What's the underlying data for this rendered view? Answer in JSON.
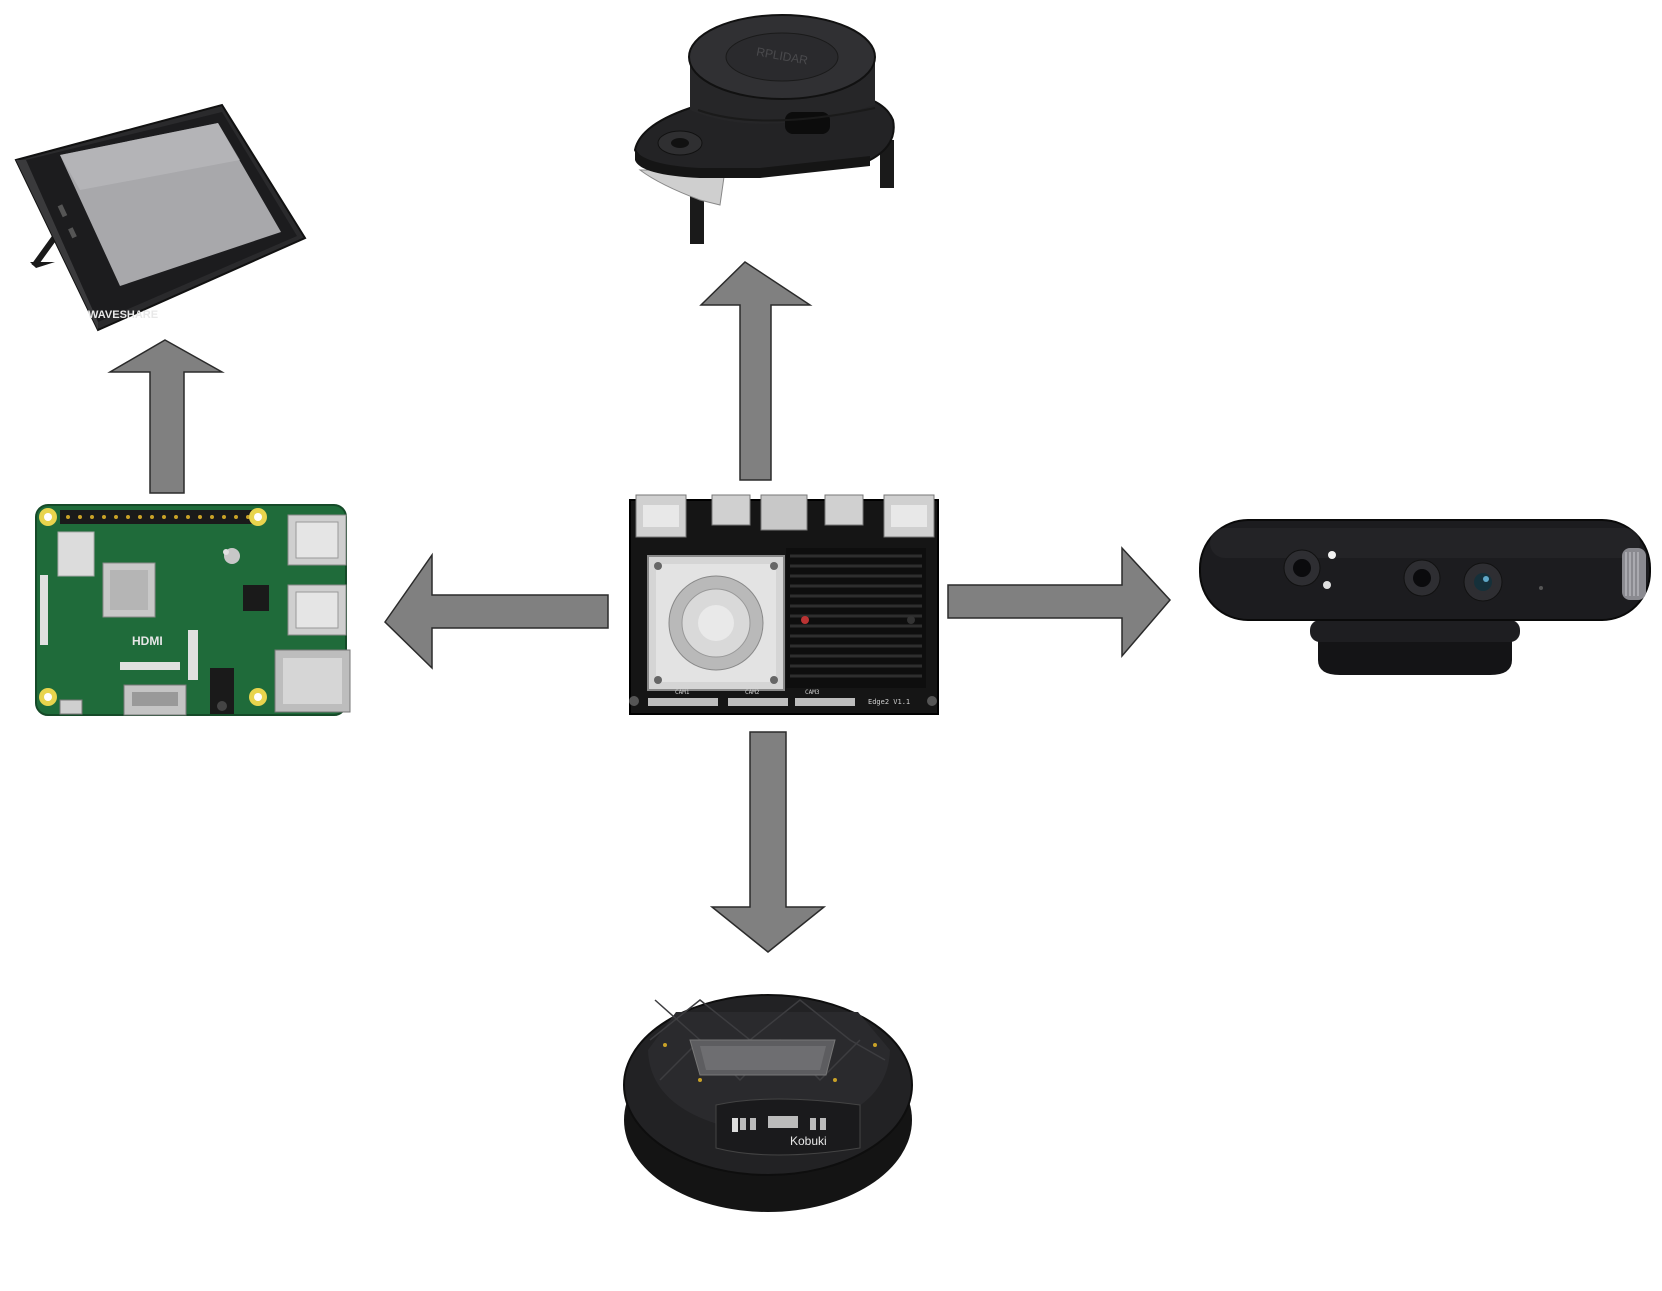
{
  "diagram": {
    "colors": {
      "background": "#ffffff",
      "arrow_fill": "#808080",
      "arrow_stroke": "#2b2b2b",
      "pcb_green": "#1f6b3a",
      "board_black": "#151515",
      "device_black": "#1c1c1f"
    },
    "hub": {
      "icon": "compute-board-icon"
    },
    "devices": [
      {
        "id": "display",
        "icon": "touchscreen-display-icon",
        "watermark": "WAVESHARE"
      },
      {
        "id": "lidar",
        "icon": "lidar-scanner-icon",
        "logo_text": "RPLIDAR"
      },
      {
        "id": "raspberry-pi",
        "icon": "raspberry-pi-board-icon",
        "silkscreen": "HDMI"
      },
      {
        "id": "depth-camera",
        "icon": "depth-camera-icon"
      },
      {
        "id": "robot-base",
        "icon": "robot-base-icon",
        "logo_text": "Kobuki"
      }
    ],
    "arrows": [
      {
        "from": "hub",
        "to": "lidar",
        "direction": "up"
      },
      {
        "from": "hub",
        "to": "raspberry-pi",
        "direction": "left"
      },
      {
        "from": "hub",
        "to": "depth-camera",
        "direction": "right"
      },
      {
        "from": "hub",
        "to": "robot-base",
        "direction": "down"
      },
      {
        "from": "raspberry-pi",
        "to": "display",
        "direction": "up"
      }
    ],
    "hub_silkscreen": [
      "CAM1",
      "CAM2",
      "CAM3",
      "Edge2 V1.1"
    ]
  }
}
